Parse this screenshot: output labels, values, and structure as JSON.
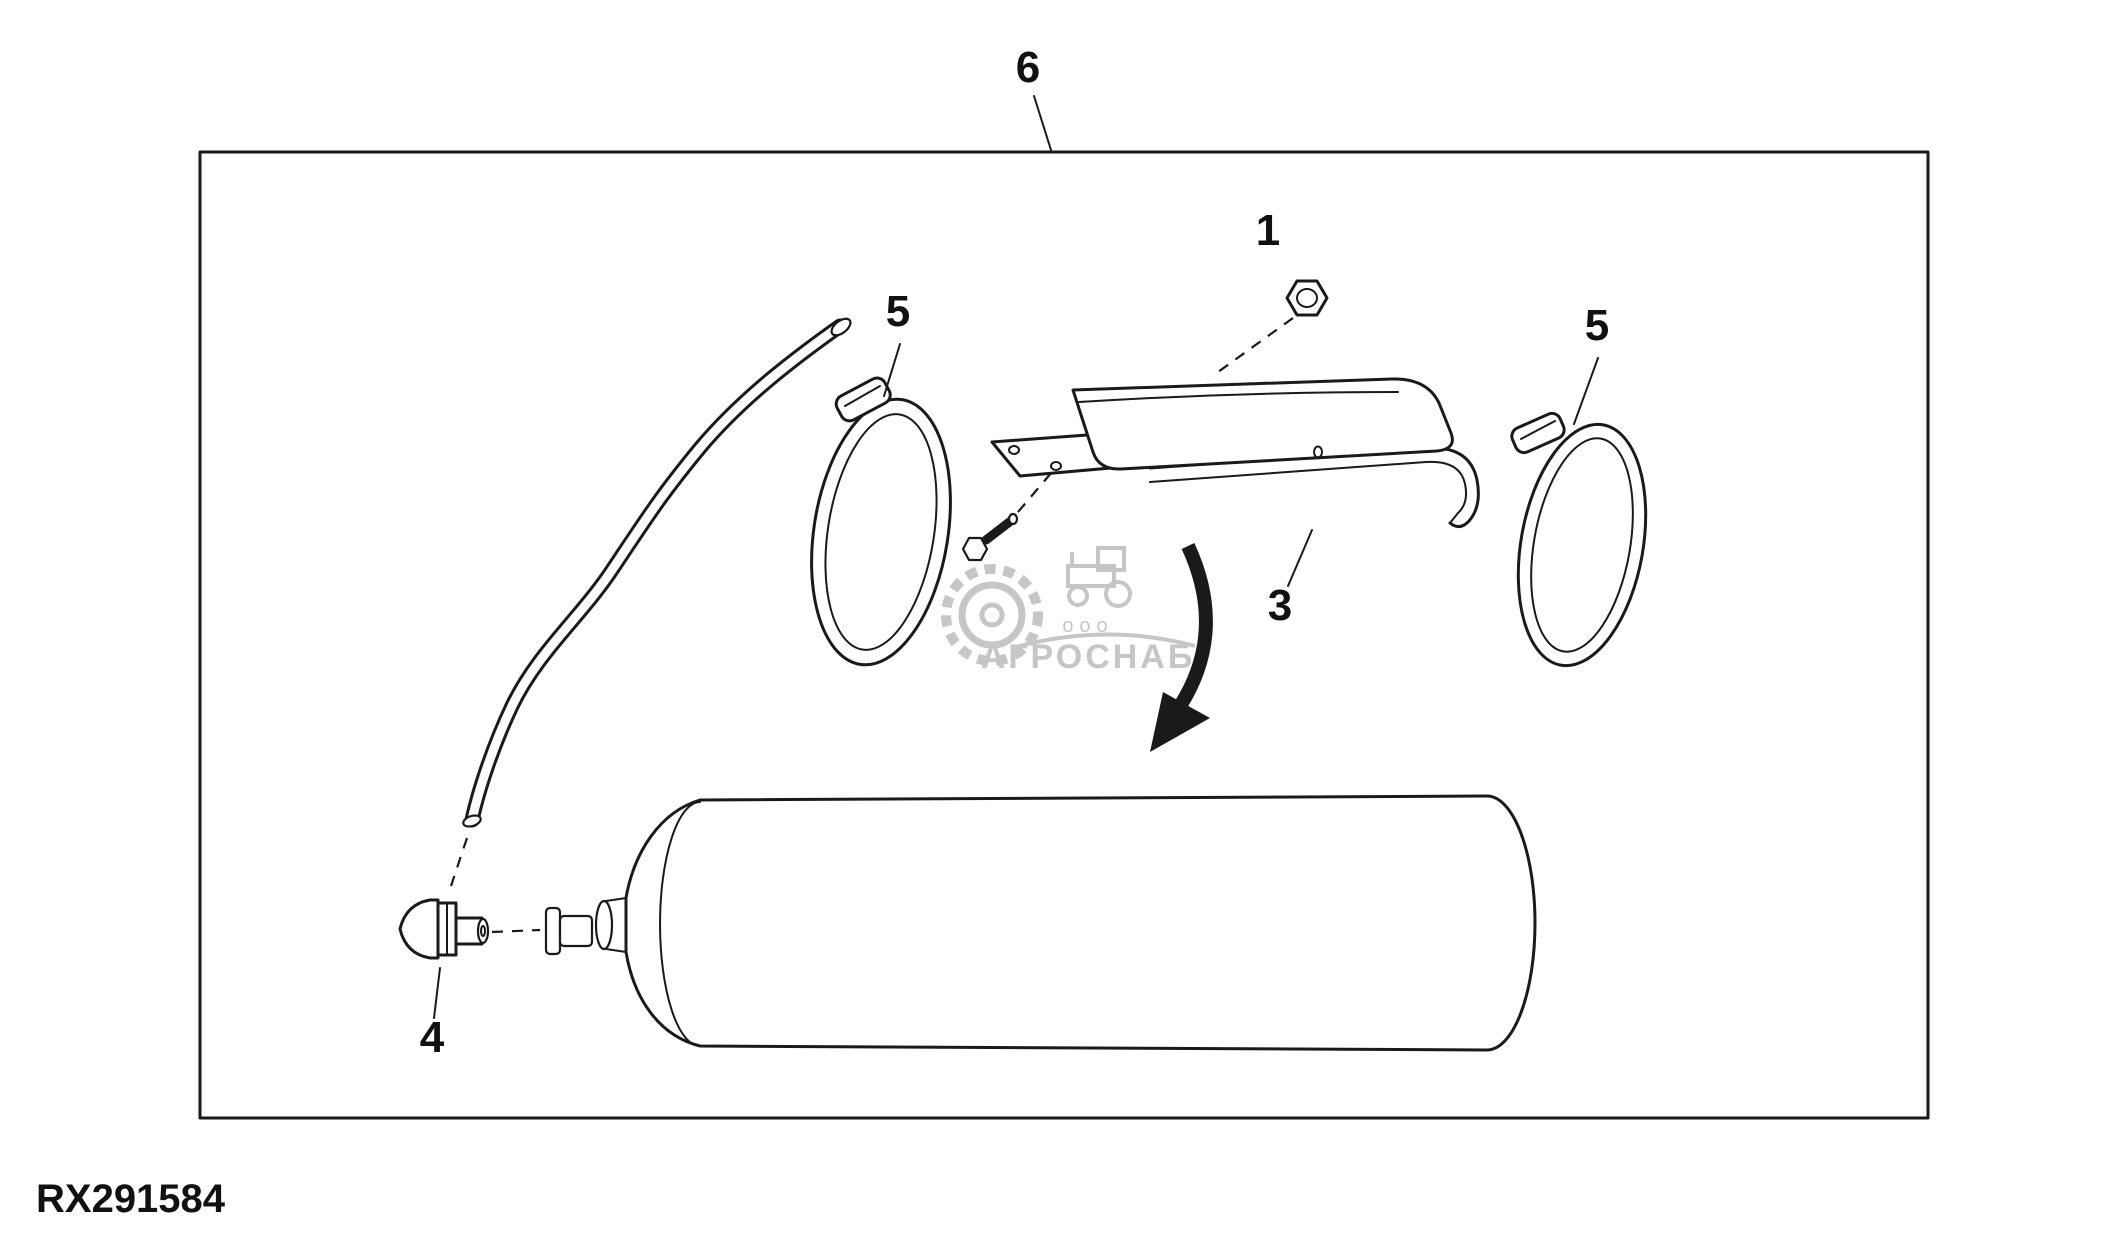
{
  "figure": {
    "part_number": "RX291584",
    "callouts": {
      "nut": "1",
      "bracket": "3",
      "valve": "4",
      "clamp_left": "5",
      "clamp_right": "5",
      "frame": "6"
    },
    "watermark": {
      "prefix": "ооо",
      "name": "АГРОСНАБ"
    },
    "colors": {
      "line": "#1a1a1a",
      "background": "#ffffff",
      "watermark": "#8e8e8e"
    }
  }
}
